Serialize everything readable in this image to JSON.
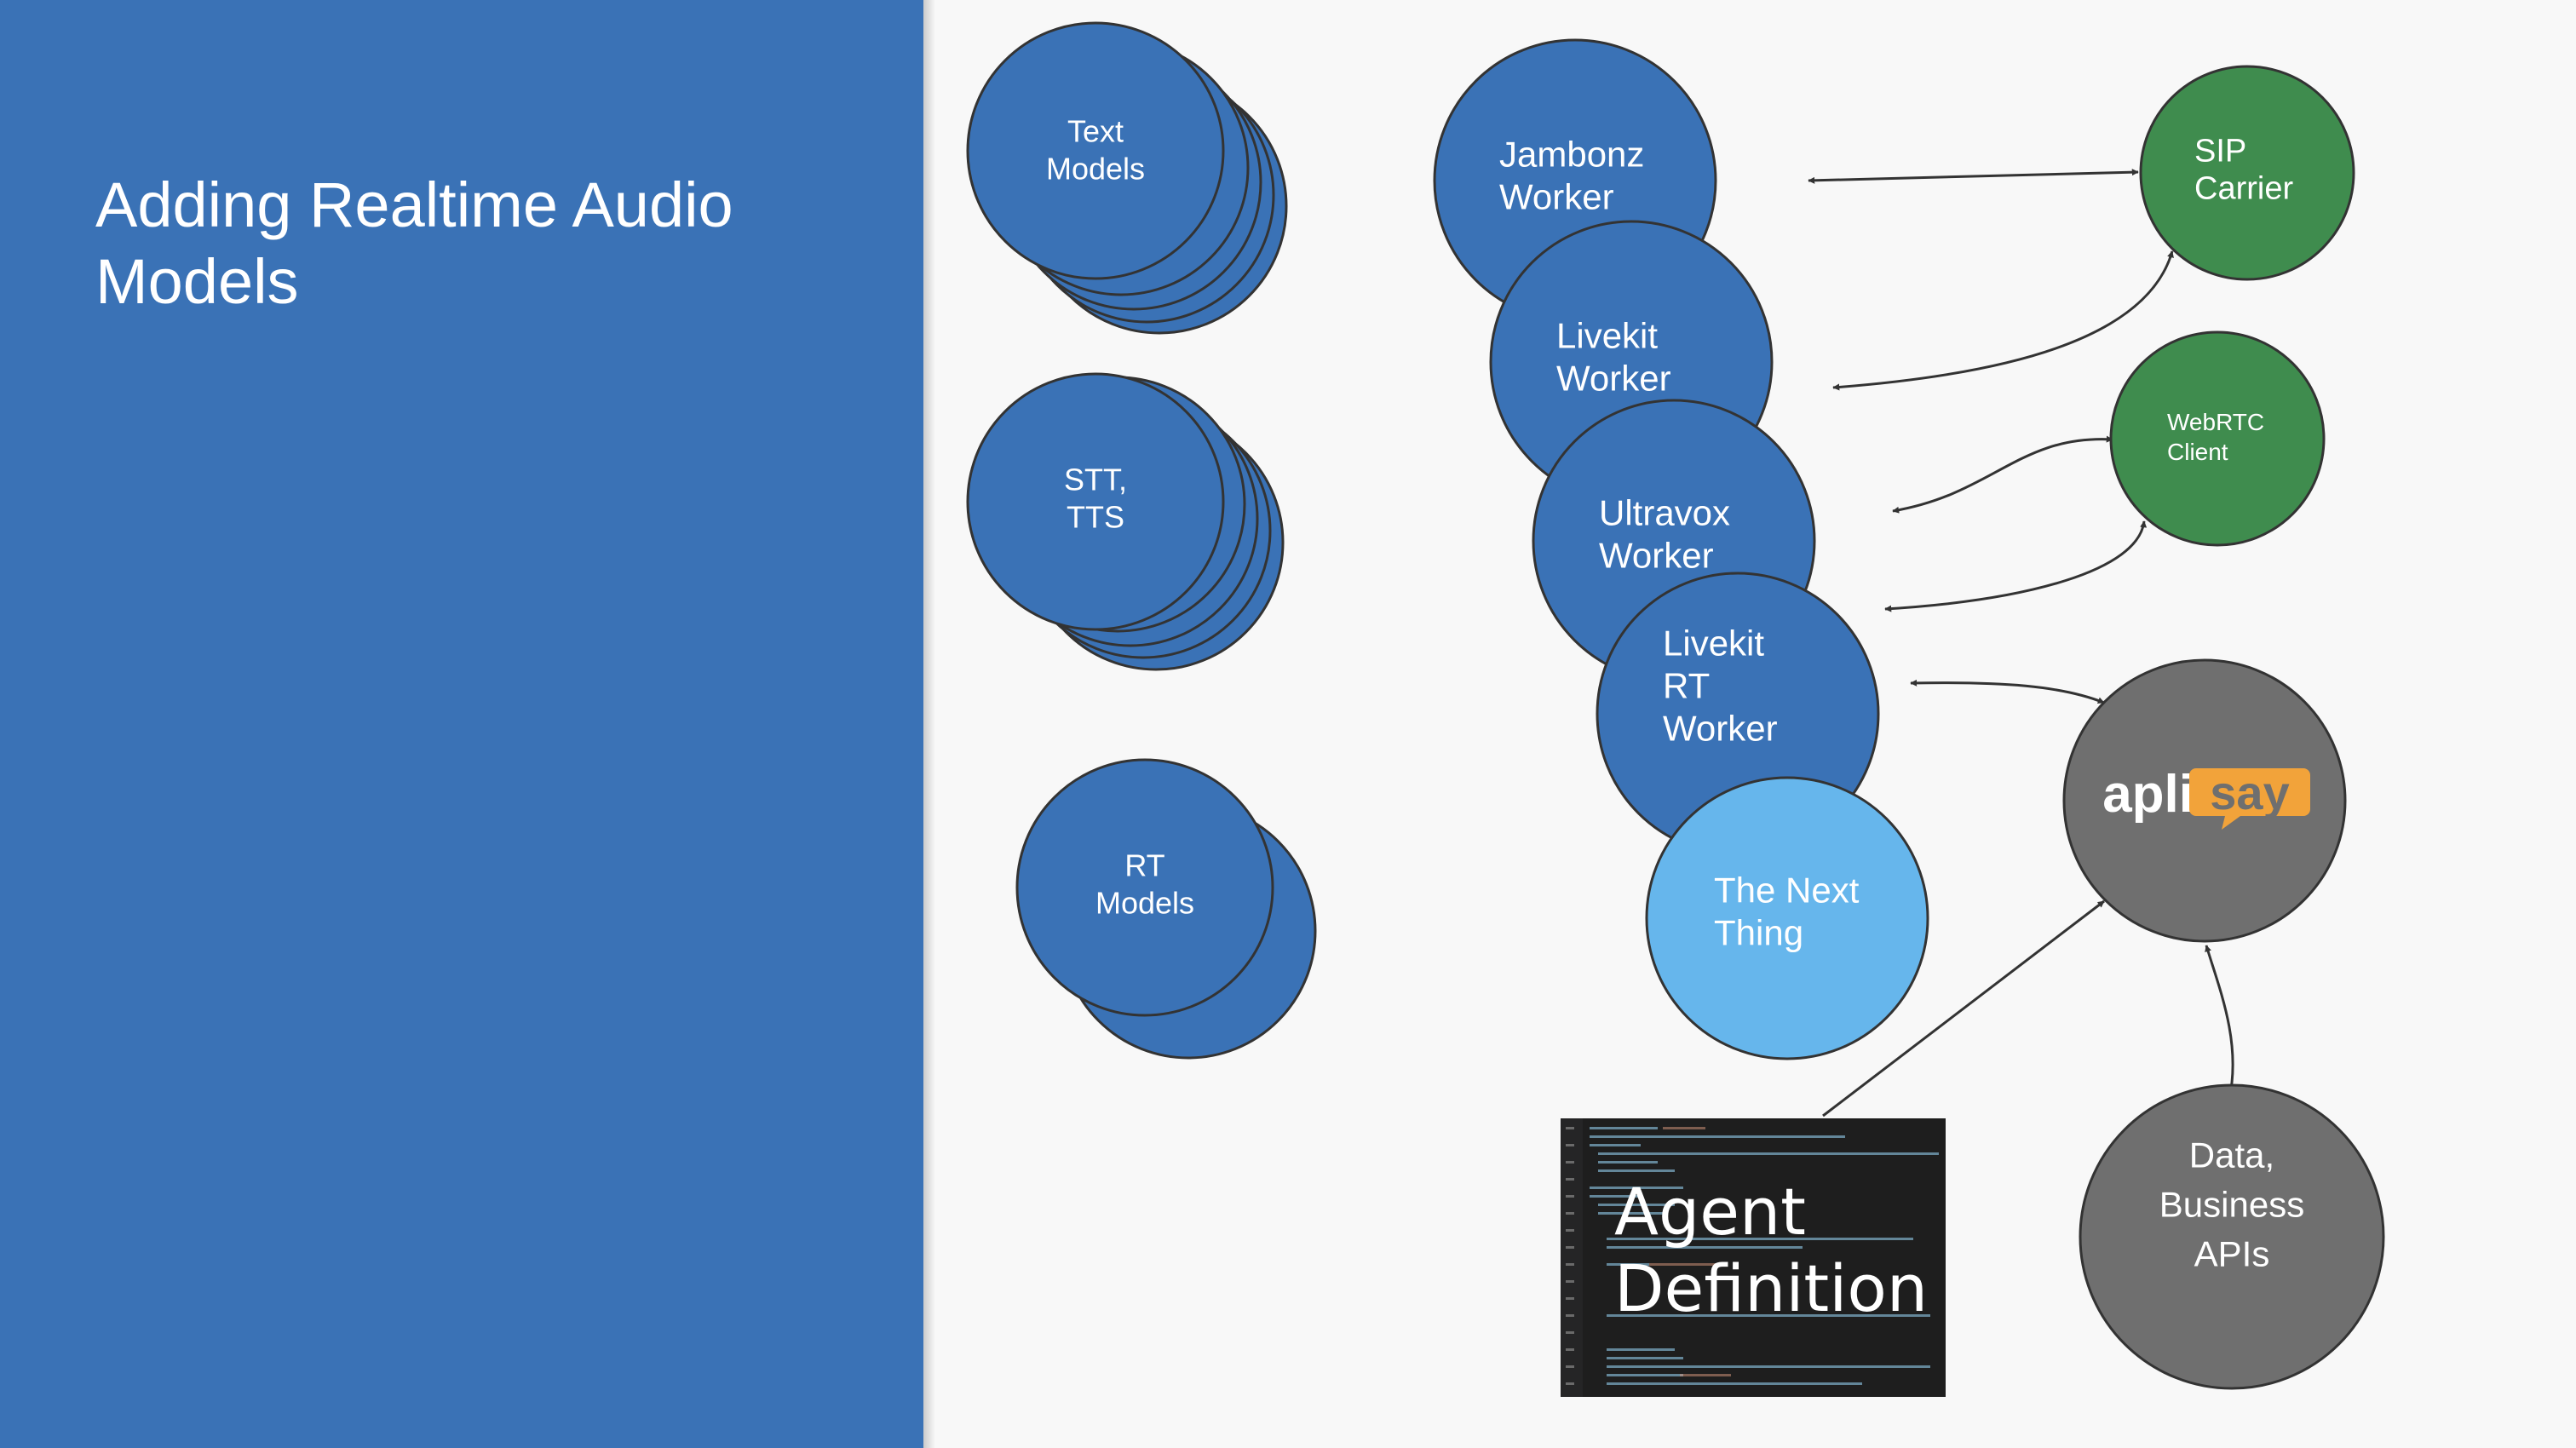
{
  "slide": {
    "title": "Adding Realtime Audio Models"
  },
  "colors": {
    "panel_blue": "#3a72b6",
    "node_blue": "#3a72b6",
    "node_light_blue": "#66b6ec",
    "node_green": "#3f8c4e",
    "node_gray": "#6f6f6f",
    "aplisay_orange": "#f2a33a"
  },
  "nodes": {
    "text_models": {
      "label": [
        "Text",
        "Models"
      ]
    },
    "stt_tts": {
      "label": [
        "STT,",
        "TTS"
      ]
    },
    "rt_models": {
      "label": [
        "RT",
        "Models"
      ]
    },
    "jambonz_worker": {
      "label": [
        "Jambonz",
        "Worker"
      ]
    },
    "livekit_worker": {
      "label": [
        "Livekit",
        "Worker"
      ]
    },
    "ultravox_worker": {
      "label": [
        "Ultravox",
        "Worker"
      ]
    },
    "livekit_rt_worker": {
      "label": [
        "Livekit",
        "RT",
        "Worker"
      ]
    },
    "next_thing": {
      "label": [
        "The Next",
        "Thing"
      ]
    },
    "sip_carrier": {
      "label": [
        "SIP",
        "Carrier"
      ]
    },
    "webrtc_client": {
      "label": [
        "WebRTC",
        "Client"
      ]
    },
    "aplisay": {
      "logo_left": "apli",
      "logo_right": "say"
    },
    "data_apis": {
      "label": [
        "Data,",
        "Business",
        "APIs"
      ]
    }
  },
  "agent_definition": {
    "label": "Agent\nDefinition"
  }
}
